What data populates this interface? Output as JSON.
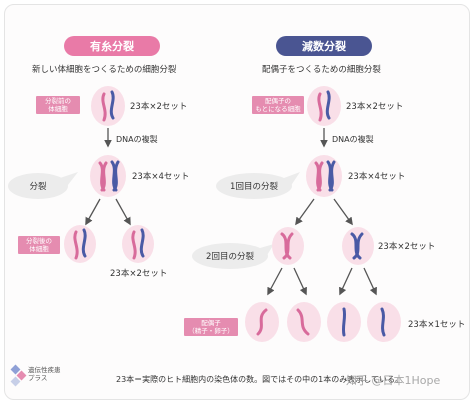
{
  "mitosis": {
    "title": "有糸分裂",
    "subtitle": "新しい体細胞をつくるための細胞分裂",
    "tag_before": [
      "分裂前の",
      "体細胞"
    ],
    "tag_after": [
      "分裂後の",
      "体細胞"
    ],
    "bubble": "分裂",
    "count_start": "23本×2セット",
    "count_mid": "23本×4セット",
    "count_end": "23本×2セット"
  },
  "meiosis": {
    "title": "減数分裂",
    "subtitle": "配偶子をつくるための細胞分裂",
    "tag_before": [
      "配偶子の",
      "もとになる細胞"
    ],
    "tag_gamete": [
      "配偶子",
      "（精子・卵子）"
    ],
    "bubble1": "1回目の分裂",
    "bubble2": "2回目の分裂",
    "count_start": "23本×2セット",
    "count_mid": "23本×4セット",
    "count_second": "23本×2セット",
    "count_end": "23本×1セット"
  },
  "dna_step": "DNAの複製",
  "footnote": "23本＝実際のヒト細胞内の染色体の数。図ではその中の1本のみ表示している。",
  "logo": [
    "遺伝性疾患",
    "プラス"
  ],
  "watermark": "知乎 @日本1Hope",
  "colors": {
    "mitosis_pill": "#e97aa7",
    "meiosis_pill": "#4a5592",
    "cell_fill": "#f9dfe8",
    "chrom_pink": "#d86b9b",
    "chrom_blue": "#4a5aa5",
    "arrow": "#555555",
    "bubble": "#ececec"
  }
}
